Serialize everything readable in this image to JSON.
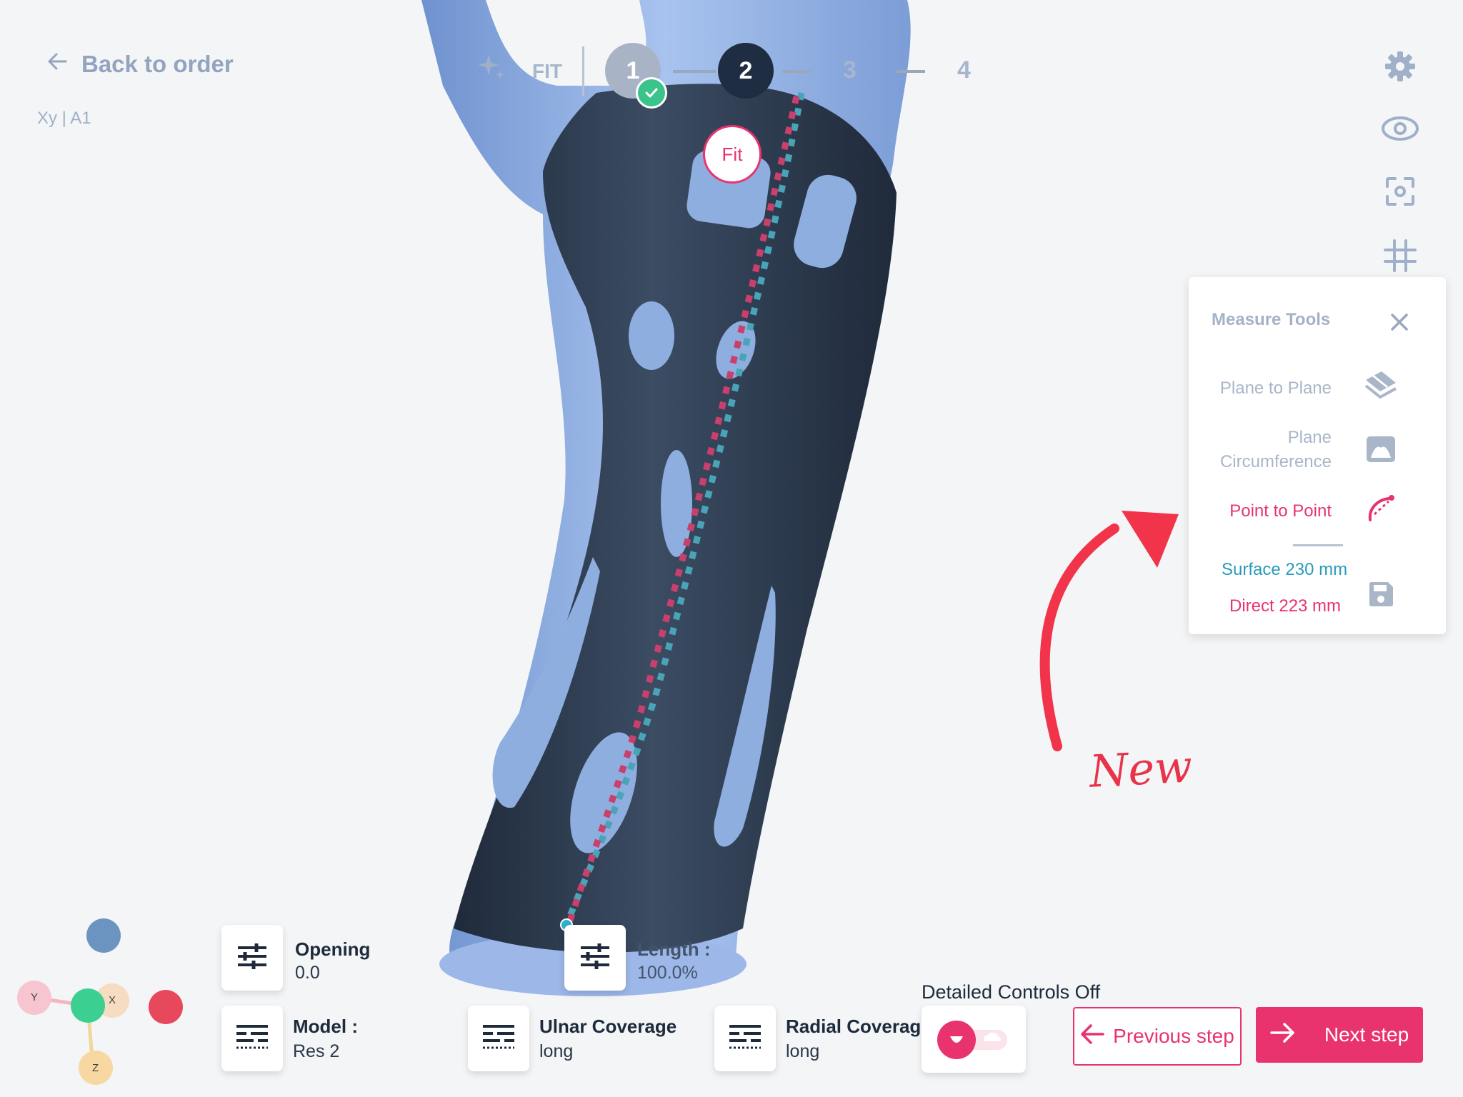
{
  "header": {
    "back_label": "Back to order",
    "order_id": "Xy | A1"
  },
  "stepper": {
    "fit_label": "FIT",
    "steps": [
      "1",
      "2",
      "3",
      "4"
    ],
    "completed_step": "1",
    "active_step": "2"
  },
  "viewport": {
    "fit_badge": "Fit",
    "annotation_new": "New"
  },
  "toolbar": {
    "icons": [
      "gear-icon",
      "eye-icon",
      "focus-icon",
      "grid-icon"
    ]
  },
  "measure_tools": {
    "title": "Measure Tools",
    "items": [
      {
        "label": "Plane to Plane",
        "icon": "plane-to-plane-icon",
        "active": false
      },
      {
        "label_line1": "Plane",
        "label_line2": "Circumference",
        "icon": "plane-circumference-icon",
        "active": false
      },
      {
        "label": "Point to Point",
        "icon": "point-to-point-icon",
        "active": true
      }
    ],
    "surface": "Surface 230 mm",
    "direct": "Direct 223 mm"
  },
  "controls": {
    "opening_label": "Opening",
    "opening_value": "0.0",
    "length_label": "Length :",
    "length_value": "100.0%",
    "model_label": "Model :",
    "model_value": "Res 2",
    "ulnar_label": "Ulnar Coverage",
    "ulnar_value": "long",
    "radial_label": "Radial Coverage",
    "radial_value": "long",
    "detailed_label": "Detailed Controls Off"
  },
  "navigation": {
    "previous_label": "Previous step",
    "next_label": "Next step"
  },
  "axes": {
    "x": "X",
    "y": "Y",
    "z": "Z"
  },
  "colors": {
    "accent": "#e8336e",
    "teal": "#2a9bbb",
    "splint": "#2c3a4d",
    "skin": "#8eaedf",
    "muted": "#93a4bf"
  }
}
